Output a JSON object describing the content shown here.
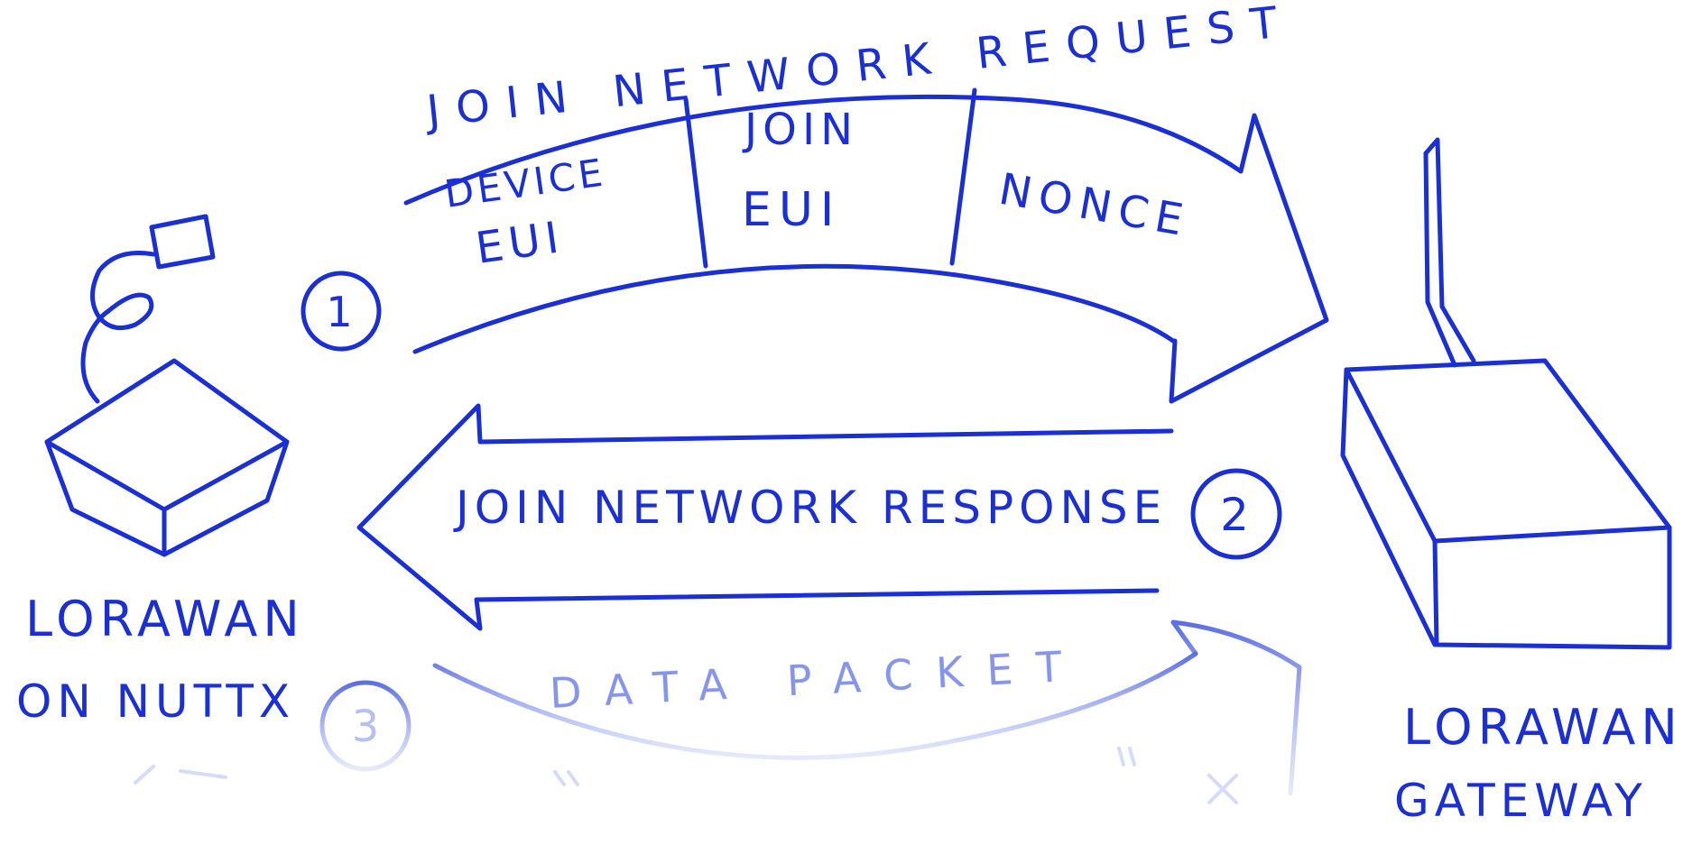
{
  "colors": {
    "ink": "#1a2fd6",
    "ink_faded": "#6f82e8",
    "background": "#ffffff"
  },
  "request": {
    "number": "1",
    "title": "JOIN NETWORK REQUEST",
    "fields": [
      {
        "line1": "DEVICE",
        "line2": "EUI"
      },
      {
        "line1": "JOIN",
        "line2": "EUI"
      },
      {
        "line1": "NONCE",
        "line2": ""
      }
    ]
  },
  "response": {
    "number": "2",
    "title": "JOIN NETWORK RESPONSE"
  },
  "data": {
    "number": "3",
    "title": "DATA PACKET"
  },
  "device": {
    "line1": "LORAWAN",
    "line2": "ON NUTTX"
  },
  "gateway": {
    "line1": "LORAWAN",
    "line2": "GATEWAY"
  }
}
